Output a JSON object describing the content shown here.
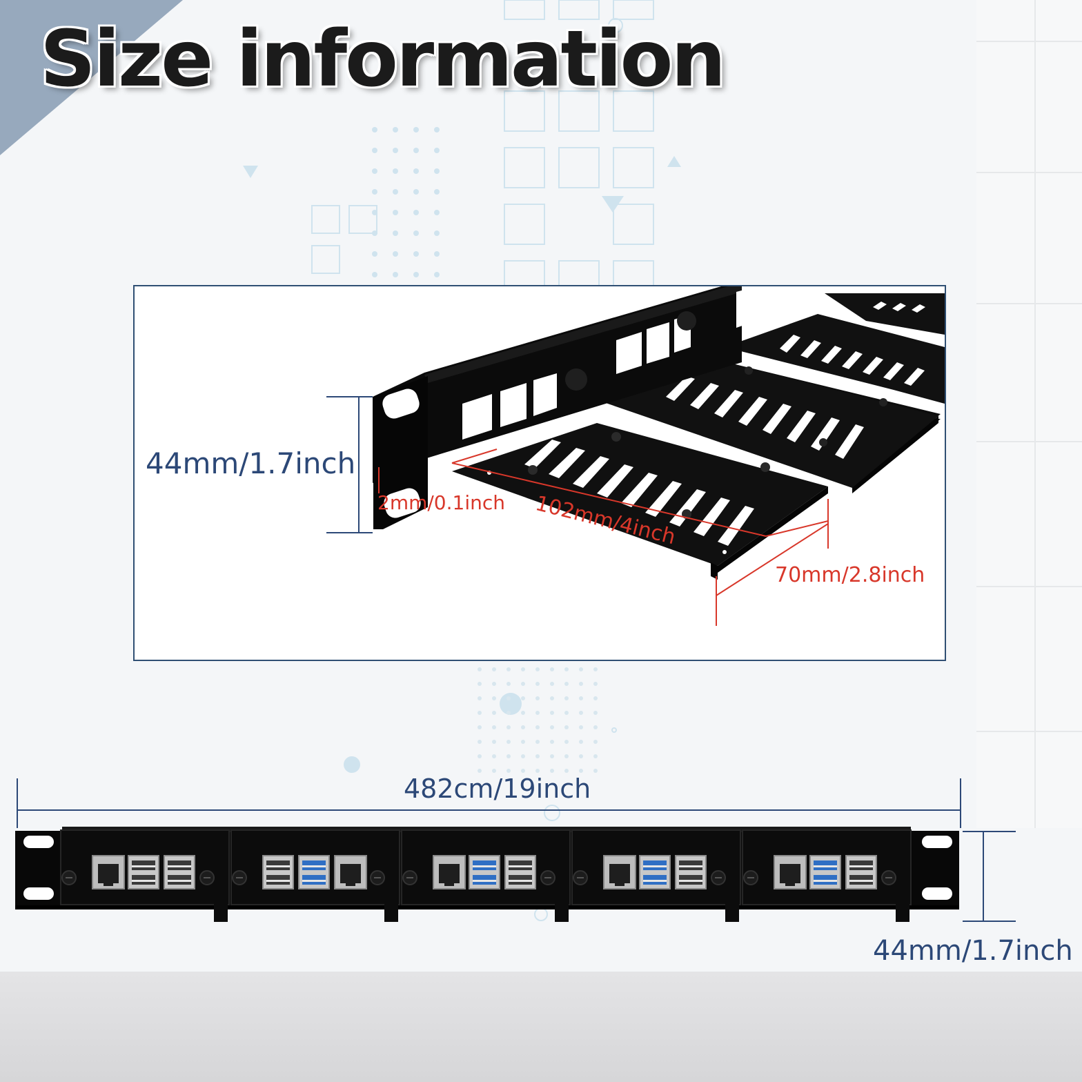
{
  "title": "Size information",
  "detail": {
    "height_label": "44mm/1.7inch",
    "thickness_label": "2mm/0.1inch",
    "length_label": "102mm/4inch",
    "width_label": "70mm/2.8inch"
  },
  "panel": {
    "width_label": "482cm/19inch",
    "height_label": "44mm/1.7inch",
    "bay_count": 5
  },
  "colors": {
    "dimension_blue": "#2c4877",
    "dimension_red": "#d8372a",
    "metal": "#0d0d0d",
    "usb3_blue": "#2f6fc4"
  },
  "icons": [
    "ethernet-port-icon",
    "usb-port-icon",
    "thumb-screw-icon",
    "mounting-slot-icon"
  ]
}
